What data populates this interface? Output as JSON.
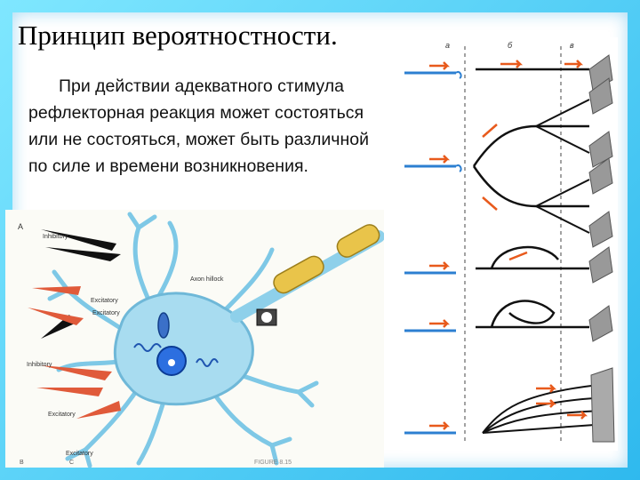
{
  "slide": {
    "title": "Принцип вероятностности.",
    "body": "При действии адекватного стимула рефлекторная реакция может состояться или не состояться, может быть различной по силе и времени возникновения."
  },
  "neuron_figure": {
    "panel_letter": "A",
    "labels": {
      "inhibitory_top": "Inhibitory",
      "excitatory_upper": "Excitatory",
      "excitatory_mid": "Excitatory",
      "inhibitory_low": "Inhibitory",
      "excitatory_bottom": "Excitatory",
      "excitatory_lowest": "Excitatory",
      "axon_hillock": "Axon hillock"
    },
    "corner_letters": {
      "left": "B",
      "right": "C"
    },
    "caption": "FIGURE 8.15"
  },
  "reflex_figure": {
    "column_labels": [
      "а",
      "б",
      "в"
    ]
  },
  "colors": {
    "frame": "#2fb9ee",
    "neuron_body": "#a8dcf0",
    "nerve_blue": "#2c7fd1",
    "signal_orange": "#e85a1c",
    "myelin_yellow": "#e9c44a",
    "excitatory_red": "#e05a3a",
    "inhibitory_black": "#111111"
  }
}
